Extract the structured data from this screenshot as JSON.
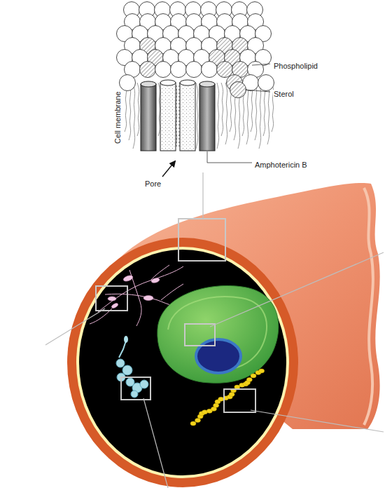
{
  "diagram": {
    "labels": [
      "Phospholipid",
      "Sterol",
      "Cell membrane",
      "Amphotericin B",
      "Pore"
    ]
  }
}
